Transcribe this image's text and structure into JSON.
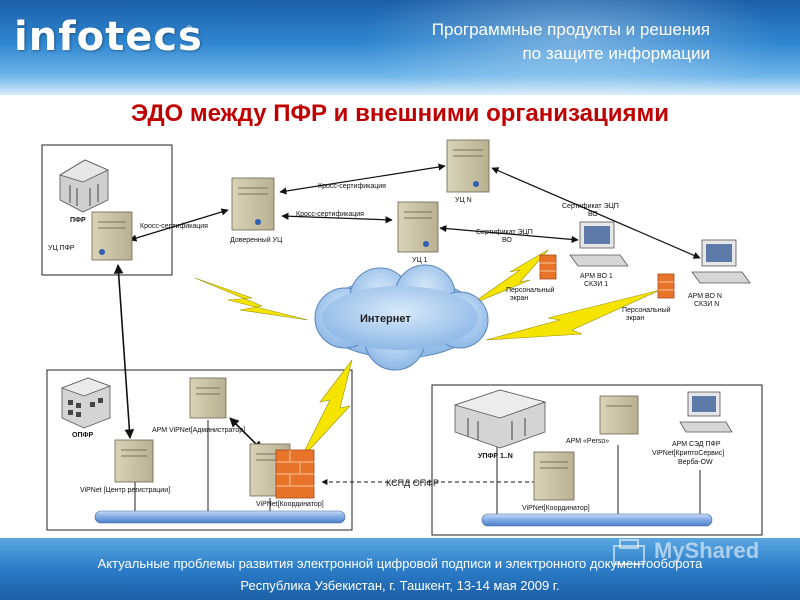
{
  "header": {
    "logo": "infotecs",
    "subtitle_line1": "Программные продукты и решения",
    "subtitle_line2": "по защите информации"
  },
  "title": "ЭДО между ПФР и внешними организациями",
  "diagram": {
    "pfr_label": "ПФР",
    "uc_pfr": "УЦ ПФР",
    "trusted_uc": "Доверенный УЦ",
    "uc_n": "УЦ N",
    "uc_1": "УЦ 1",
    "cross_cert_1": "Кросс-сертификация",
    "cross_cert_2": "Кросс-сертификация",
    "cross_cert_3": "Кросс-сертификация",
    "cert_vo_1a": "Сертификат ЭЦП",
    "cert_vo_1b": "ВО",
    "cert_vo_2a": "Сертификат ЭЦП",
    "cert_vo_2b": "ВО",
    "arm_vo1_a": "АРМ ВО 1",
    "arm_vo1_b": "СКЗИ 1",
    "arm_von_a": "АРМ ВО N",
    "arm_von_b": "СКЗИ N",
    "fw1_a": "Персональный",
    "fw1_b": "экран",
    "fw2_a": "Персональный",
    "fw2_b": "экран",
    "internet": "Интернет",
    "opfr": "ОПФР",
    "arm_vipnet_admin": "АРМ ViPNet[Администратор]",
    "vipnet_reg": "ViPNet [Центр регистрации]",
    "vipnet_coord_1": "ViPNet[Координатор]",
    "kspd": "КСПД ОПФР",
    "upfr": "УПФР 1..N",
    "arm_perso": "АРМ «Perso»",
    "arm_sed_a": "АРМ СЭД ПФР",
    "arm_sed_b": "ViPNet[КриптоСервис]",
    "arm_sed_c": "Верба-OW",
    "vipnet_coord_2": "ViPNet[Координатор]"
  },
  "footer": {
    "line1": "Актуальные проблемы развития электронной цифровой подписи и электронного документооборота",
    "line2": "Республика Узбекистан, г. Ташкент, 13-14 мая 2009 г."
  },
  "watermark": "MyShared",
  "colors": {
    "title": "#c00000",
    "header": "#2f86d0",
    "cloud": "#9fc3e8",
    "bolt": "#f5e400",
    "firewall": "#e8742a"
  }
}
